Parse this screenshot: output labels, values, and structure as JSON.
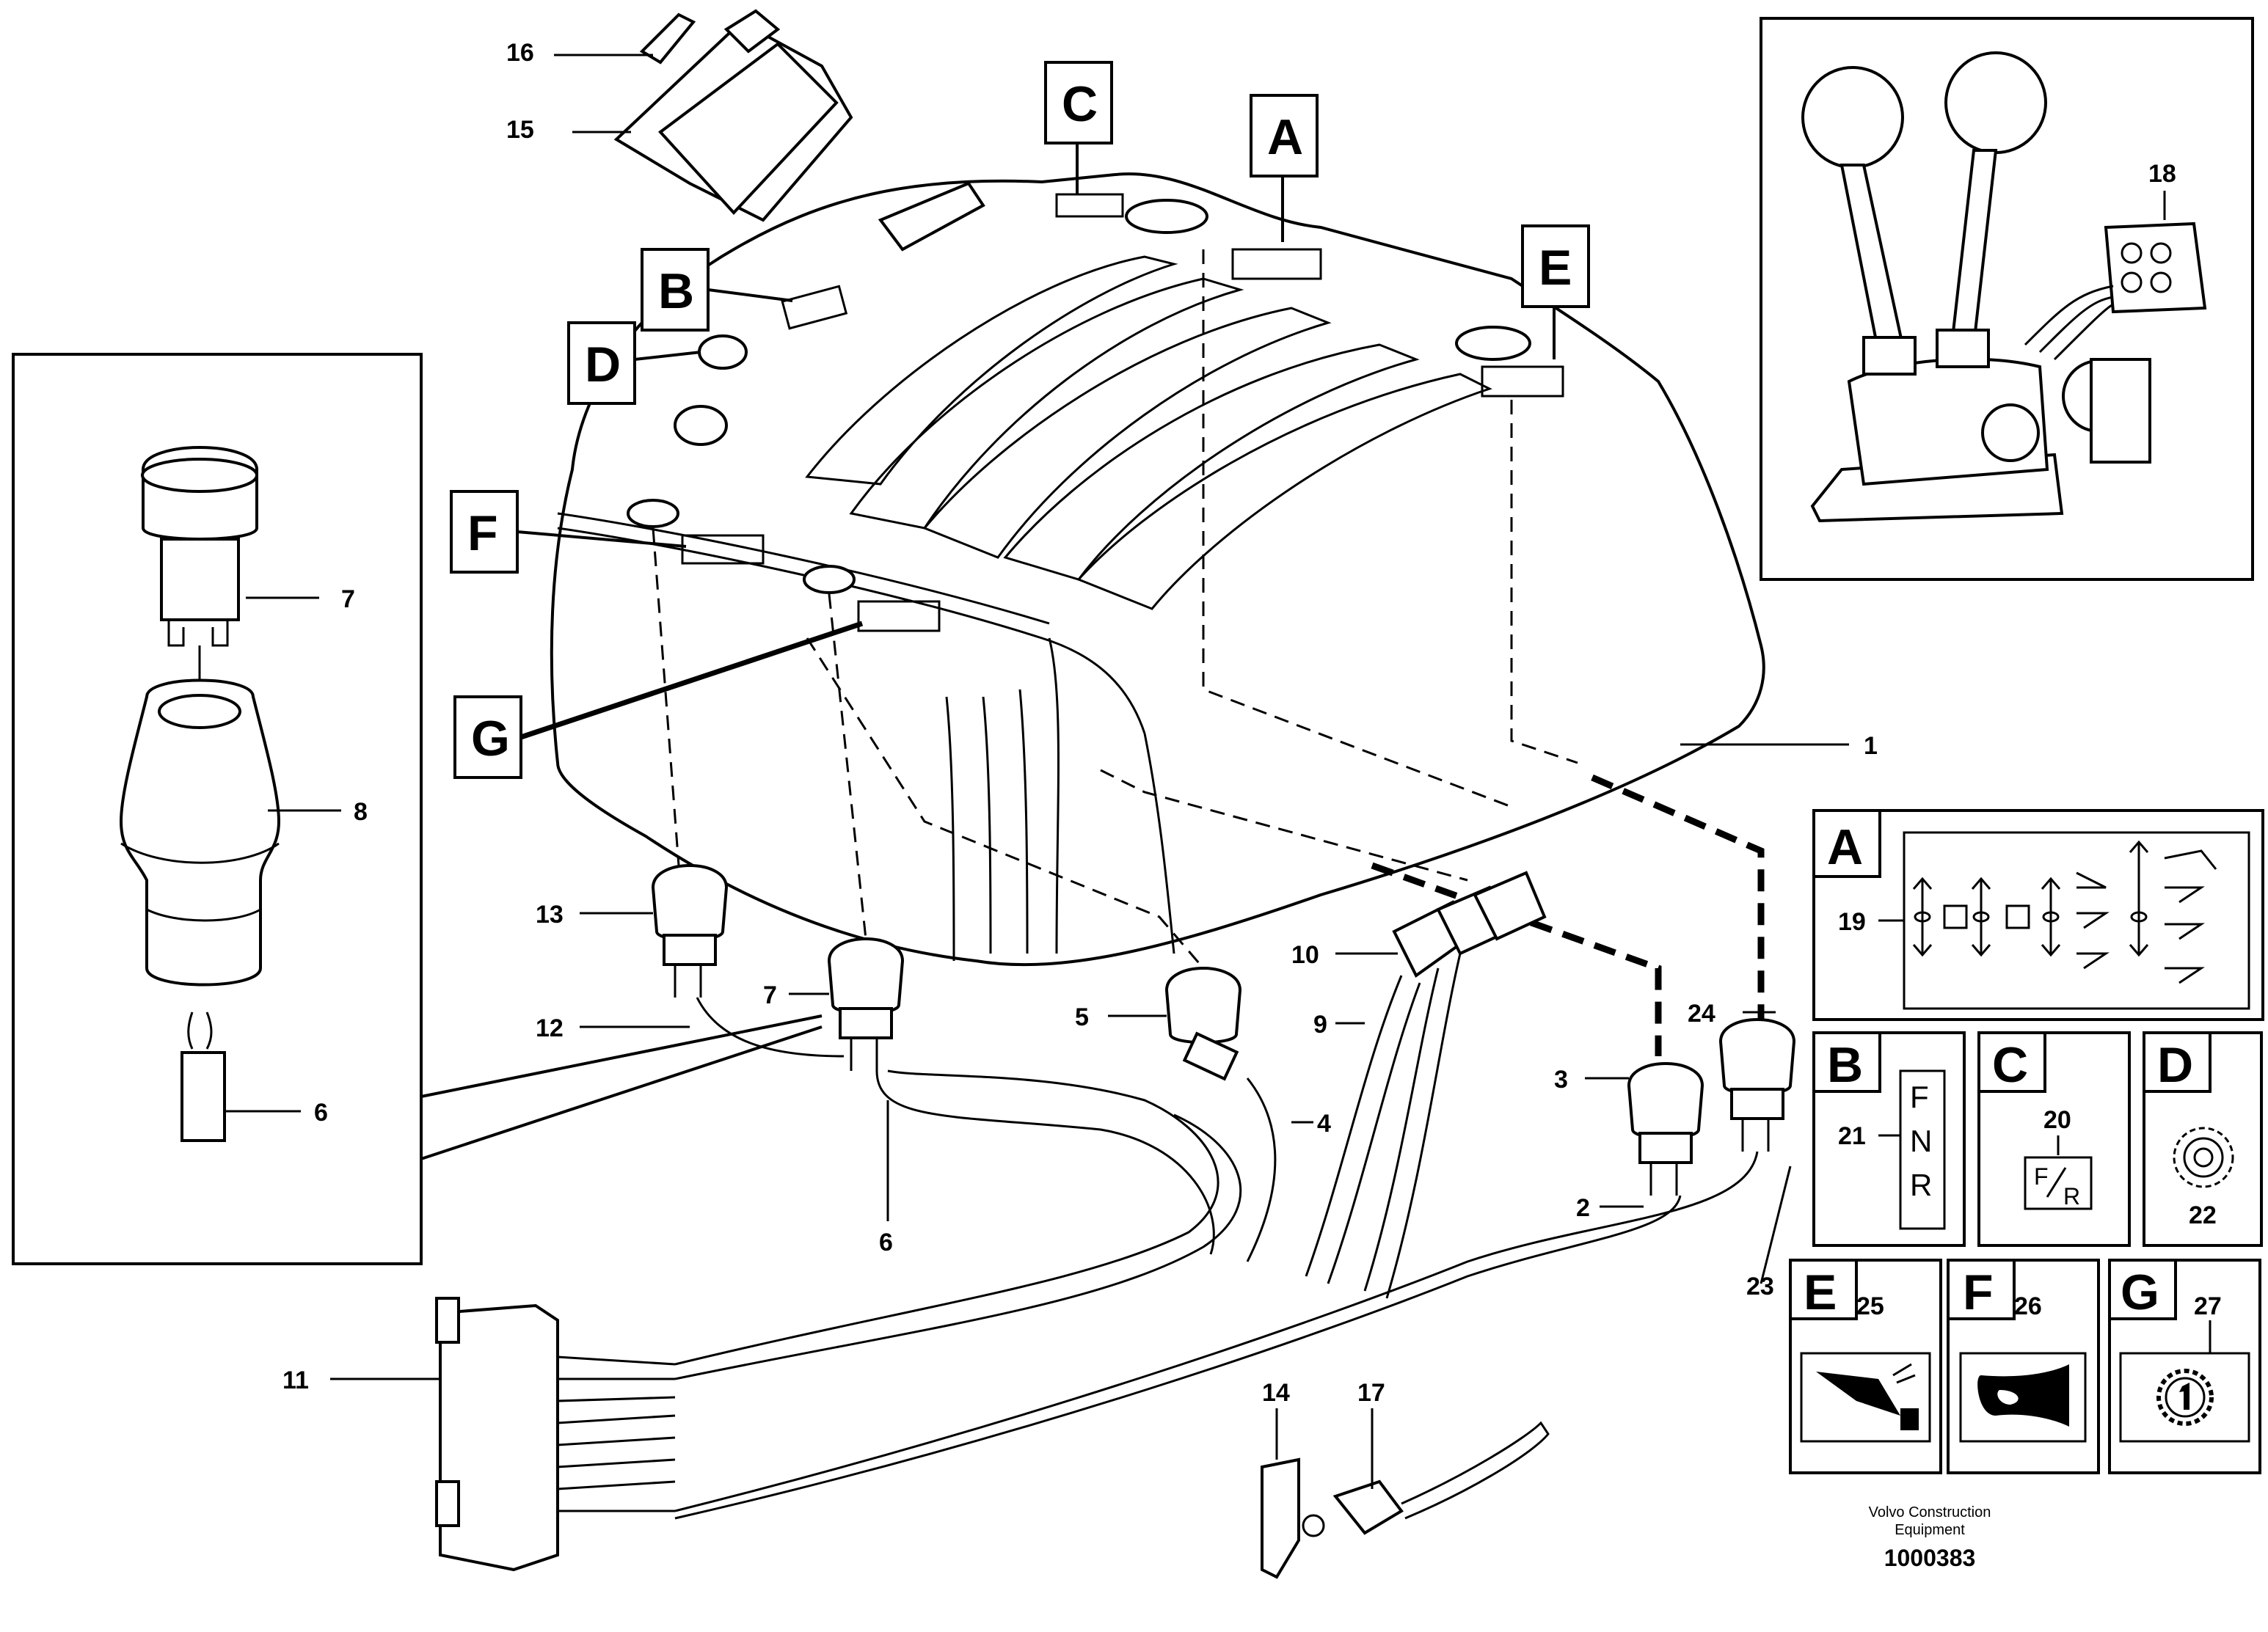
{
  "diagram": {
    "part_numbers": [
      "1",
      "2",
      "3",
      "4",
      "5",
      "6",
      "7",
      "8",
      "9",
      "10",
      "11",
      "12",
      "13",
      "14",
      "15",
      "16",
      "17",
      "18",
      "19",
      "20",
      "21",
      "22",
      "23",
      "24",
      "25",
      "26",
      "27"
    ],
    "detail_label_7": "7",
    "detail_label_8": "8",
    "detail_label_6": "6",
    "decal_labels": [
      "A",
      "B",
      "C",
      "D",
      "E",
      "F",
      "G"
    ],
    "legend": {
      "A": {
        "letter": "A",
        "part": "19"
      },
      "B": {
        "letter": "B",
        "part": "21",
        "text": "F N R"
      },
      "C": {
        "letter": "C",
        "part": "20",
        "text": "F/R"
      },
      "D": {
        "letter": "D",
        "part": "22"
      },
      "E": {
        "letter": "E",
        "part": "25"
      },
      "F": {
        "letter": "F",
        "part": "26"
      },
      "G": {
        "letter": "G",
        "part": "27"
      }
    },
    "fnr_chars": [
      "F",
      "N",
      "R"
    ],
    "fr_text": {
      "f": "F",
      "r": "R"
    },
    "icons": {
      "decal_e": "bucket-float-icon",
      "decal_f": "horn-icon",
      "decal_g": "gear-one-icon",
      "decal_d": "gear-icon",
      "decal_a": "hydraulic-function-icons"
    },
    "footer": {
      "line1": "Volvo Construction",
      "line2": "Equipment",
      "code": "1000383"
    }
  }
}
